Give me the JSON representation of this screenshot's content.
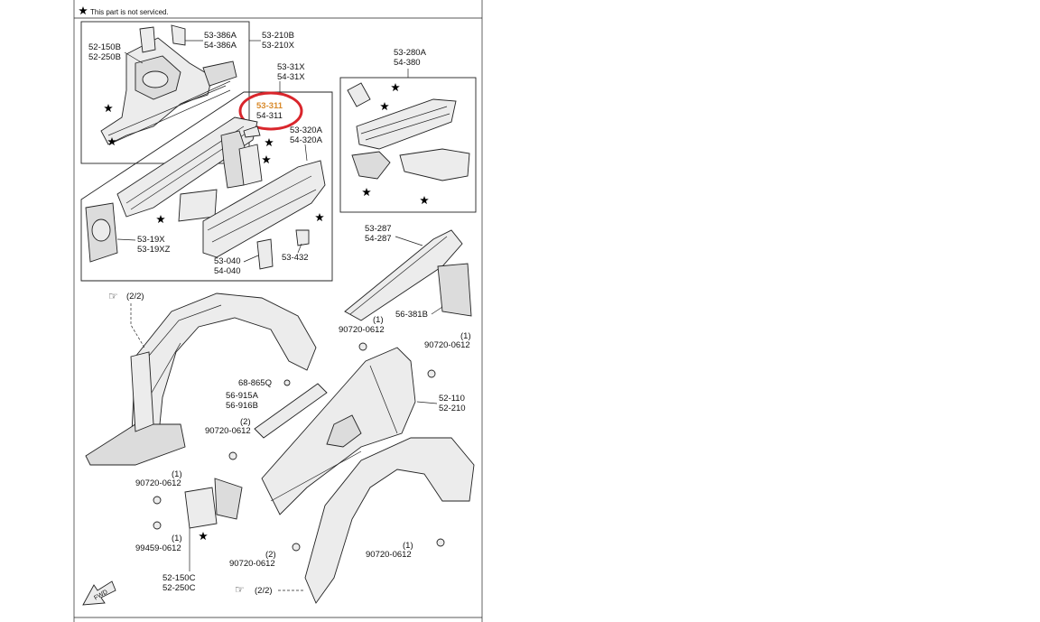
{
  "note": "This part is not serviced.",
  "labels": {
    "l53_386A": "53-386A",
    "l54_386A": "54-386A",
    "l53_210B": "53-210B",
    "l53_210X": "53-210X",
    "l52_150B": "52-150B",
    "l52_250B": "52-250B",
    "l53_31X": "53-31X",
    "l54_31X": "54-31X",
    "l53_311": "53-311",
    "l54_311": "54-311",
    "l53_320A": "53-320A",
    "l54_320A": "54-320A",
    "l53_19X": "53-19X",
    "l53_19XZ": "53-19XZ",
    "l53_040": "53-040",
    "l54_040": "54-040",
    "l53_432": "53-432",
    "l53_280A": "53-280A",
    "l54_380": "54-380",
    "l53_287": "53-287",
    "l54_287": "54-287",
    "l56_381B": "56-381B",
    "q1_a": "(1)",
    "b90720_a": "90720-0612",
    "q1_b": "(1)",
    "b90720_b": "90720-0612",
    "l68_865Q": "68-865Q",
    "l56_915A": "56-915A",
    "l56_916B": "56-916B",
    "q2_a": "(2)",
    "b90720_c": "90720-0612",
    "l52_110": "52-110",
    "l52_210": "52-210",
    "q1_c": "(1)",
    "b90720_d": "90720-0612",
    "q1_d": "(1)",
    "b99459": "99459-0612",
    "l52_150C": "52-150C",
    "l52_250C": "52-250C",
    "q2_b": "(2)",
    "b90720_e": "90720-0612",
    "q1_e": "(1)",
    "b90720_f": "90720-0612",
    "ref_top": "(2/2)",
    "ref_bottom": "(2/2)",
    "fwd": "FWD"
  },
  "colors": {
    "highlight_circle": "#d9262c",
    "highlight_text": "#d98a2b"
  },
  "icons": [
    "star-icon",
    "pointing-hand-icon",
    "forward-arrow-icon"
  ]
}
